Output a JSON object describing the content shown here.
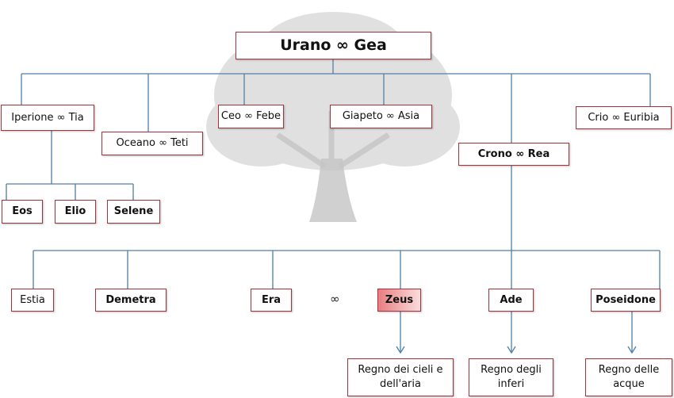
{
  "colors": {
    "box_border": "#a5343a",
    "connector": "#4f7fa8",
    "zeus_fill": "#e87e82",
    "tree": "#c8c8c8"
  },
  "background_icon": "oak-tree-watermark",
  "root": {
    "label": "Urano ∞ Gea"
  },
  "titans": [
    {
      "label": "Iperione ∞ Tia"
    },
    {
      "label": "Oceano ∞ Teti"
    },
    {
      "label": "Ceo ∞ Febe"
    },
    {
      "label": "Giapeto ∞ Asia"
    },
    {
      "label": "Crono ∞ Rea"
    },
    {
      "label": "Crio ∞ Euribia"
    }
  ],
  "iperione_children": [
    {
      "label": "Eos"
    },
    {
      "label": "Elio"
    },
    {
      "label": "Selene"
    }
  ],
  "crono_children": [
    {
      "label": "Estia"
    },
    {
      "label": "Demetra"
    },
    {
      "label": "Era"
    },
    {
      "label": "Zeus"
    },
    {
      "label": "Ade"
    },
    {
      "label": "Poseidone"
    }
  ],
  "marriage_symbol": "∞",
  "realms": [
    {
      "label": "Regno dei cieli e dell'aria"
    },
    {
      "label": "Regno degli inferi"
    },
    {
      "label": "Regno delle acque"
    }
  ]
}
